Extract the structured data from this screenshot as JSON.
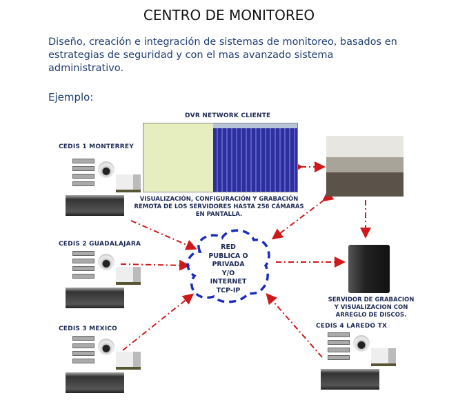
{
  "title": "CENTRO DE MONITOREO",
  "intro": "Diseño, creación e integración de sistemas de monitoreo, basados en estrategias de seguridad y con el mas avanzado sistema administrativo.",
  "example_label": "Ejemplo:",
  "dvr_title": "DVR NETWORK CLIENTE",
  "dvr_caption": [
    "VISUALIZACIÓN, CONFIGURACIÓN Y GRABACIÓN",
    "REMOTA DE LOS SERVIDORES HASTA 256 CÁMARAS",
    "EN PANTALLA."
  ],
  "cloud_lines": [
    "RED",
    "PUBLICA O",
    "PRIVADA",
    "Y/O",
    "INTERNET",
    "TCP-IP"
  ],
  "server_caption": [
    "SERVIDOR DE GRABACION",
    "Y VISUALIZACION CON",
    "ARREGLO DE DISCOS."
  ],
  "sites": [
    "CEDIS 1 MONTERREY",
    "CEDIS 2 GUADALAJARA",
    "CEDIS 3 MEXICO",
    "CEDIS 4 LAREDO TX"
  ],
  "colors": {
    "arrow": "#d01818",
    "cloud": "#1a2bc0",
    "text": "#1f3f72"
  }
}
